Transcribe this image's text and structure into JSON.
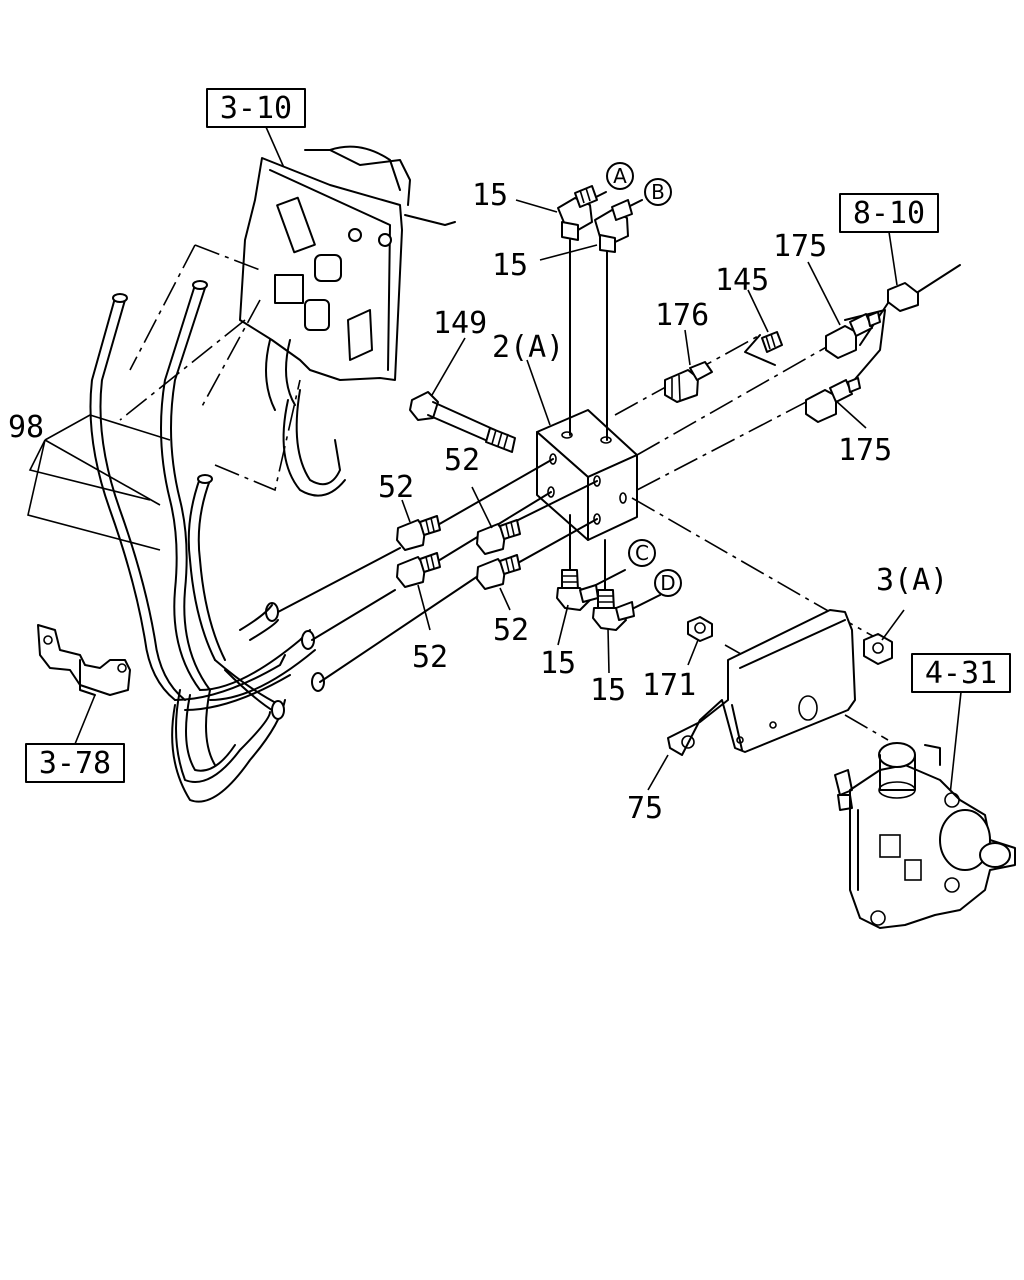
{
  "references": {
    "ref_3_10": "3-10",
    "ref_8_10": "8-10",
    "ref_3_78": "3-78",
    "ref_4_31": "4-31"
  },
  "callouts": {
    "c98": "98",
    "c15_a": "15",
    "c15_b": "15",
    "c15_c": "15",
    "c15_d": "15",
    "c149": "149",
    "c2a": "2(A)",
    "c176": "176",
    "c145": "145",
    "c175_top": "175",
    "c175_bot": "175",
    "c52_1": "52",
    "c52_2": "52",
    "c52_3": "52",
    "c52_4": "52",
    "c3a": "3(A)",
    "c171": "171",
    "c75": "75"
  },
  "circle_markers": {
    "A": "A",
    "B": "B",
    "C": "C",
    "D": "D"
  }
}
